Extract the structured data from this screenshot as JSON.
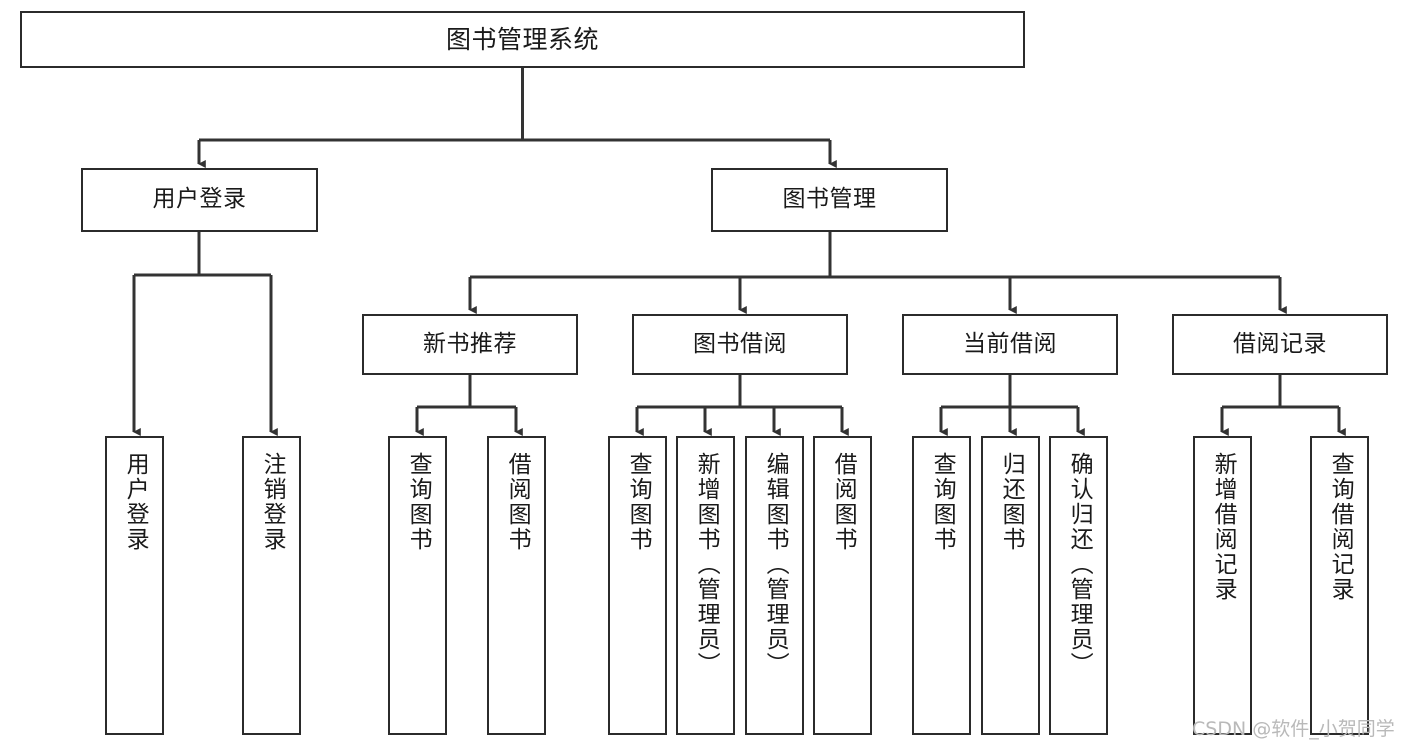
{
  "diagram": {
    "title": "图书管理系统",
    "type": "tree",
    "orientation": "top-down",
    "watermark": "CSDN @软件_小贺同学",
    "style": {
      "box_border_color": "#2b2b2b",
      "box_fill_color": "#ffffff",
      "connector_color": "#333333",
      "text_color": "#1a1a1a",
      "background": "#ffffff"
    },
    "nodes": {
      "root": {
        "label": "图书管理系统",
        "level": 1,
        "orientation": "horizontal"
      },
      "level2": [
        {
          "id": "user-login",
          "label": "用户登录",
          "orientation": "horizontal"
        },
        {
          "id": "book-management",
          "label": "图书管理",
          "orientation": "horizontal"
        }
      ],
      "level3": [
        {
          "id": "new-book-recommend",
          "label": "新书推荐",
          "orientation": "horizontal",
          "parent": "book-management"
        },
        {
          "id": "book-borrow",
          "label": "图书借阅",
          "orientation": "horizontal",
          "parent": "book-management"
        },
        {
          "id": "current-borrow",
          "label": "当前借阅",
          "orientation": "horizontal",
          "parent": "book-management"
        },
        {
          "id": "borrow-record",
          "label": "借阅记录",
          "orientation": "horizontal",
          "parent": "book-management"
        }
      ],
      "leaves": {
        "user_login": [
          {
            "id": "leaf-user-login",
            "label": "用户登录"
          },
          {
            "id": "leaf-user-logout",
            "label": "注销登录"
          }
        ],
        "new_book_recommend": [
          {
            "id": "leaf-query-book-1",
            "label": "查询图书"
          },
          {
            "id": "leaf-borrow-book-1",
            "label": "借阅图书"
          }
        ],
        "book_borrow": [
          {
            "id": "leaf-query-book-2",
            "label": "查询图书"
          },
          {
            "id": "leaf-add-book",
            "label": "新增图书（管理员）"
          },
          {
            "id": "leaf-edit-book",
            "label": "编辑图书（管理员）"
          },
          {
            "id": "leaf-borrow-book-2",
            "label": "借阅图书"
          }
        ],
        "current_borrow": [
          {
            "id": "leaf-query-book-3",
            "label": "查询图书"
          },
          {
            "id": "leaf-return-book",
            "label": "归还图书"
          },
          {
            "id": "leaf-confirm-return",
            "label": "确认归还（管理员）"
          }
        ],
        "borrow_record": [
          {
            "id": "leaf-add-record",
            "label": "新增借阅记录"
          },
          {
            "id": "leaf-query-record",
            "label": "查询借阅记录"
          }
        ]
      }
    }
  }
}
